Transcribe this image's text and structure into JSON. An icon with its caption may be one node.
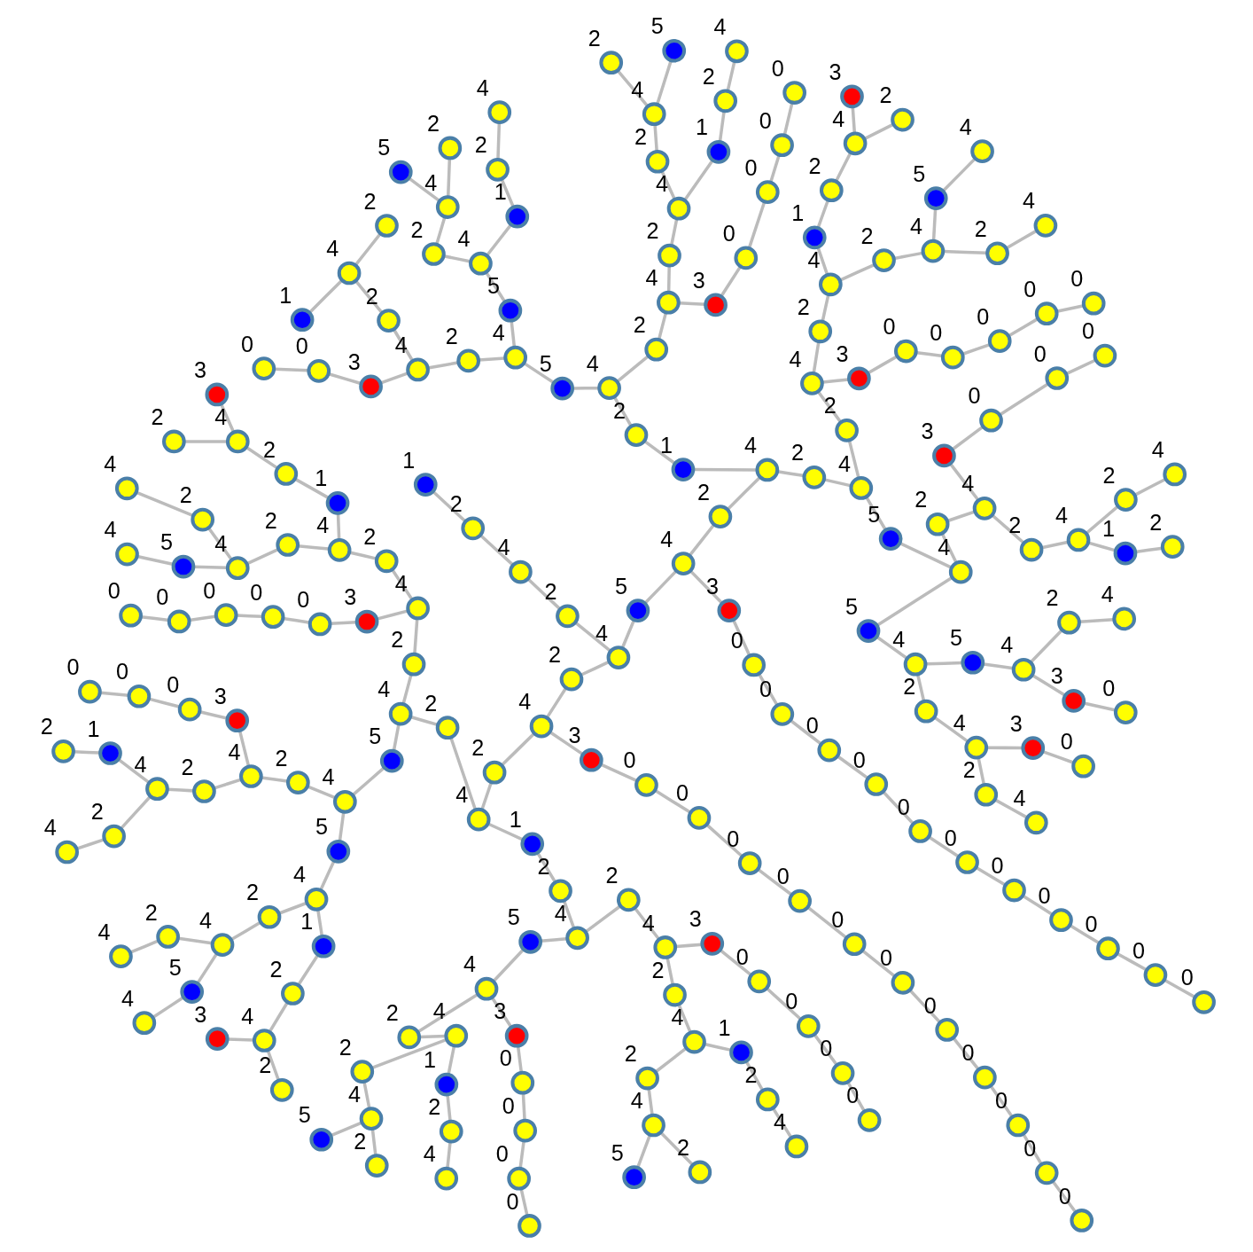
{
  "diagram": {
    "nodes": [
      {
        "text": [],
        "shape": "circle",
        "beside": [
          "1"
        ]
      },
      {
        "text": [],
        "shape": "circle",
        "beside": [
          "2"
        ]
      },
      {
        "text": [],
        "shape": "circle",
        "beside": [
          "4"
        ]
      },
      {
        "text": [],
        "shape": "circle",
        "beside": [
          "2"
        ]
      },
      {
        "text": [],
        "shape": "circle",
        "beside": [
          "4"
        ]
      },
      {
        "text": [],
        "shape": "circle",
        "beside": [
          "5"
        ]
      },
      {
        "text": [],
        "shape": "circle",
        "beside": [
          "4"
        ]
      },
      {
        "text": [],
        "shape": "circle",
        "beside": [
          "3"
        ]
      },
      {
        "text": [],
        "shape": "circle",
        "beside": [
          "0"
        ]
      },
      {
        "text": [],
        "shape": "circle",
        "beside": [
          "0"
        ]
      },
      {
        "text": [],
        "shape": "circle",
        "beside": [
          "0"
        ]
      },
      {
        "text": [],
        "shape": "circle",
        "beside": [
          "0"
        ]
      },
      {
        "text": [],
        "shape": "circle",
        "beside": [
          "0"
        ]
      },
      {
        "text": [],
        "shape": "circle",
        "beside": [
          "0"
        ]
      },
      {
        "text": [],
        "shape": "circle",
        "beside": [
          "0"
        ]
      },
      {
        "text": [],
        "shape": "circle",
        "beside": [
          "0"
        ]
      },
      {
        "text": [],
        "shape": "circle",
        "beside": [
          "0"
        ]
      },
      {
        "text": [],
        "shape": "circle",
        "beside": [
          "0"
        ]
      },
      {
        "text": [],
        "shape": "circle",
        "beside": [
          "0"
        ]
      },
      {
        "text": [],
        "shape": "circle",
        "beside": [
          "2"
        ]
      },
      {
        "text": [],
        "shape": "circle",
        "beside": [
          "4"
        ]
      },
      {
        "text": [],
        "shape": "circle",
        "beside": [
          "1"
        ]
      },
      {
        "text": [],
        "shape": "circle",
        "beside": [
          "2"
        ]
      },
      {
        "text": [],
        "shape": "circle",
        "beside": [
          "4"
        ]
      },
      {
        "text": [],
        "shape": "circle",
        "beside": [
          "5"
        ]
      },
      {
        "text": [],
        "shape": "circle",
        "beside": [
          "4"
        ]
      },
      {
        "text": [],
        "shape": "circle",
        "beside": [
          "5"
        ]
      },
      {
        "text": [],
        "shape": "circle",
        "beside": [
          "4"
        ]
      },
      {
        "text": [],
        "shape": "circle",
        "beside": [
          "1"
        ]
      },
      {
        "text": [],
        "shape": "circle",
        "beside": [
          "2"
        ]
      },
      {
        "text": [],
        "shape": "circle",
        "beside": [
          "4"
        ]
      },
      {
        "text": [],
        "shape": "circle",
        "beside": [
          "2"
        ]
      },
      {
        "text": [],
        "shape": "circle",
        "beside": [
          "4"
        ]
      },
      {
        "text": [],
        "shape": "circle",
        "beside": [
          "5"
        ]
      },
      {
        "text": [],
        "shape": "circle",
        "beside": [
          "2"
        ]
      },
      {
        "text": [],
        "shape": "circle",
        "beside": [
          "2"
        ]
      },
      {
        "text": [],
        "shape": "circle",
        "beside": [
          "4"
        ]
      },
      {
        "text": [],
        "shape": "circle",
        "beside": [
          "3"
        ]
      },
      {
        "text": [],
        "shape": "circle",
        "beside": [
          "0"
        ]
      },
      {
        "text": [],
        "shape": "circle",
        "beside": [
          "0"
        ]
      },
      {
        "text": [],
        "shape": "circle",
        "beside": [
          "2"
        ]
      },
      {
        "text": [],
        "shape": "circle",
        "beside": [
          "4"
        ]
      },
      {
        "text": [],
        "shape": "circle",
        "beside": [
          "1"
        ]
      },
      {
        "text": [],
        "shape": "circle",
        "beside": [
          "2"
        ]
      },
      {
        "text": [],
        "shape": "circle",
        "beside": [
          "2"
        ]
      },
      {
        "text": [],
        "shape": "circle",
        "beside": [
          "4"
        ]
      },
      {
        "text": [],
        "shape": "circle",
        "beside": [
          "3"
        ]
      },
      {
        "text": [],
        "shape": "circle",
        "beside": [
          "0"
        ]
      },
      {
        "text": [],
        "shape": "circle",
        "beside": [
          "0"
        ]
      },
      {
        "text": [],
        "shape": "circle",
        "beside": [
          "0"
        ]
      },
      {
        "text": [],
        "shape": "circle",
        "beside": [
          "0"
        ]
      },
      {
        "text": [],
        "shape": "circle",
        "beside": [
          "2"
        ]
      },
      {
        "text": [],
        "shape": "circle",
        "beside": [
          "4"
        ]
      },
      {
        "text": [],
        "shape": "circle",
        "beside": [
          "1"
        ]
      },
      {
        "text": [],
        "shape": "circle",
        "beside": [
          "2"
        ]
      },
      {
        "text": [],
        "shape": "circle",
        "beside": [
          "4"
        ]
      },
      {
        "text": [],
        "shape": "circle",
        "beside": [
          "2"
        ]
      },
      {
        "text": [],
        "shape": "circle",
        "beside": [
          "4"
        ]
      },
      {
        "text": [],
        "shape": "circle",
        "beside": [
          "5"
        ]
      },
      {
        "text": [],
        "shape": "circle",
        "beside": [
          "2"
        ]
      },
      {
        "text": [],
        "shape": "circle",
        "beside": [
          "2"
        ]
      },
      {
        "text": [],
        "shape": "circle",
        "beside": [
          "4"
        ]
      },
      {
        "text": [],
        "shape": "circle",
        "beside": [
          "5"
        ]
      },
      {
        "text": [],
        "shape": "circle",
        "beside": [
          "4"
        ]
      },
      {
        "text": [],
        "shape": "circle",
        "beside": [
          "5"
        ]
      },
      {
        "text": [],
        "shape": "circle",
        "beside": [
          "4"
        ]
      },
      {
        "text": [],
        "shape": "circle",
        "beside": [
          "5"
        ]
      },
      {
        "text": [],
        "shape": "circle",
        "beside": [
          "4"
        ]
      },
      {
        "text": [],
        "shape": "circle",
        "beside": [
          "3"
        ]
      },
      {
        "text": [],
        "shape": "circle",
        "beside": [
          "0"
        ]
      },
      {
        "text": [],
        "shape": "circle",
        "beside": [
          "2"
        ]
      },
      {
        "text": [],
        "shape": "circle",
        "beside": [
          "4"
        ]
      },
      {
        "text": [],
        "shape": "circle",
        "beside": [
          "2"
        ]
      },
      {
        "text": [],
        "shape": "circle",
        "beside": [
          "4"
        ]
      },
      {
        "text": [],
        "shape": "circle",
        "beside": [
          "3"
        ]
      },
      {
        "text": [],
        "shape": "circle",
        "beside": [
          "0"
        ]
      },
      {
        "text": [],
        "shape": "circle",
        "beside": [
          "2"
        ]
      },
      {
        "text": [],
        "shape": "circle",
        "beside": [
          "4"
        ]
      },
      {
        "text": [],
        "shape": "circle",
        "beside": [
          "2"
        ]
      },
      {
        "text": [],
        "shape": "circle",
        "beside": [
          "4"
        ]
      },
      {
        "text": [],
        "shape": "circle",
        "beside": [
          "3"
        ]
      },
      {
        "text": [],
        "shape": "circle",
        "beside": [
          "0"
        ]
      },
      {
        "text": [],
        "shape": "circle",
        "beside": [
          "0"
        ]
      },
      {
        "text": [],
        "shape": "circle",
        "beside": [
          "0"
        ]
      },
      {
        "text": [],
        "shape": "circle",
        "beside": [
          "2"
        ]
      },
      {
        "text": [],
        "shape": "circle",
        "beside": [
          "4"
        ]
      },
      {
        "text": [],
        "shape": "circle",
        "beside": [
          "1"
        ]
      },
      {
        "text": [],
        "shape": "circle",
        "beside": [
          "2"
        ]
      },
      {
        "text": [],
        "shape": "circle",
        "beside": [
          "2"
        ]
      },
      {
        "text": [],
        "shape": "circle",
        "beside": [
          "4"
        ]
      },
      {
        "text": [],
        "shape": "circle",
        "beside": [
          "2"
        ]
      },
      {
        "text": [],
        "shape": "circle",
        "beside": [
          "4"
        ]
      },
      {
        "text": [],
        "shape": "circle",
        "beside": [
          "3"
        ]
      },
      {
        "text": [],
        "shape": "circle",
        "beside": [
          "0"
        ]
      },
      {
        "text": [],
        "shape": "circle",
        "beside": [
          "0"
        ]
      },
      {
        "text": [],
        "shape": "circle",
        "beside": [
          "0"
        ]
      },
      {
        "text": [],
        "shape": "circle",
        "beside": [
          "0"
        ]
      },
      {
        "text": [],
        "shape": "circle",
        "beside": [
          "0"
        ]
      },
      {
        "text": [],
        "shape": "circle",
        "beside": [
          "2"
        ]
      },
      {
        "text": [],
        "shape": "circle",
        "beside": [
          "4"
        ]
      },
      {
        "text": [],
        "shape": "circle",
        "beside": [
          "1"
        ]
      },
      {
        "text": [],
        "shape": "circle",
        "beside": [
          "2"
        ]
      },
      {
        "text": [],
        "shape": "circle",
        "beside": [
          "4"
        ]
      },
      {
        "text": [],
        "shape": "circle",
        "beside": [
          "3"
        ]
      },
      {
        "text": [],
        "shape": "circle",
        "beside": [
          "2"
        ]
      },
      {
        "text": [],
        "shape": "circle",
        "beside": [
          "2"
        ]
      },
      {
        "text": [],
        "shape": "circle",
        "beside": [
          "4"
        ]
      },
      {
        "text": [],
        "shape": "circle",
        "beside": [
          "5"
        ]
      },
      {
        "text": [],
        "shape": "circle",
        "beside": [
          "4"
        ]
      },
      {
        "text": [],
        "shape": "circle",
        "beside": [
          "2"
        ]
      },
      {
        "text": [],
        "shape": "circle",
        "beside": [
          "4"
        ]
      },
      {
        "text": [],
        "shape": "circle",
        "beside": [
          "2"
        ]
      },
      {
        "text": [],
        "shape": "circle",
        "beside": [
          "4"
        ]
      },
      {
        "text": [],
        "shape": "circle",
        "beside": [
          "3"
        ]
      },
      {
        "text": [],
        "shape": "circle",
        "beside": [
          "0"
        ]
      },
      {
        "text": [],
        "shape": "circle",
        "beside": [
          "0"
        ]
      },
      {
        "text": [],
        "shape": "circle",
        "beside": [
          "0"
        ]
      },
      {
        "text": [],
        "shape": "circle",
        "beside": [
          "0"
        ]
      },
      {
        "text": [],
        "shape": "circle",
        "beside": [
          "0"
        ]
      },
      {
        "text": [],
        "shape": "circle",
        "beside": [
          "0"
        ]
      },
      {
        "text": [],
        "shape": "circle",
        "beside": [
          "0"
        ]
      },
      {
        "text": [],
        "shape": "circle",
        "beside": [
          "0"
        ]
      },
      {
        "text": [],
        "shape": "circle",
        "beside": [
          "0"
        ]
      },
      {
        "text": [],
        "shape": "circle",
        "beside": [
          "0"
        ]
      },
      {
        "text": [],
        "shape": "circle",
        "beside": [
          "0"
        ]
      },
      {
        "text": [],
        "shape": "circle",
        "beside": [
          "2"
        ]
      },
      {
        "text": [],
        "shape": "circle",
        "beside": [
          "4"
        ]
      },
      {
        "text": [],
        "shape": "circle",
        "beside": [
          "1"
        ]
      },
      {
        "text": [],
        "shape": "circle",
        "beside": [
          "2"
        ]
      },
      {
        "text": [],
        "shape": "circle",
        "beside": [
          "4"
        ]
      },
      {
        "text": [],
        "shape": "circle",
        "beside": [
          "5"
        ]
      },
      {
        "text": [],
        "shape": "circle",
        "beside": [
          "4"
        ]
      },
      {
        "text": [],
        "shape": "circle",
        "beside": [
          "3"
        ]
      },
      {
        "text": [],
        "shape": "circle",
        "beside": [
          "0"
        ]
      },
      {
        "text": [],
        "shape": "circle",
        "beside": [
          "0"
        ]
      },
      {
        "text": [],
        "shape": "circle",
        "beside": [
          "0"
        ]
      },
      {
        "text": [],
        "shape": "circle",
        "beside": [
          "0"
        ]
      },
      {
        "text": [],
        "shape": "circle",
        "beside": [
          "2"
        ]
      },
      {
        "text": [],
        "shape": "circle",
        "beside": [
          "4"
        ]
      },
      {
        "text": [],
        "shape": "circle",
        "beside": [
          "1"
        ]
      },
      {
        "text": [],
        "shape": "circle",
        "beside": [
          "2"
        ]
      },
      {
        "text": [],
        "shape": "circle",
        "beside": [
          "4"
        ]
      },
      {
        "text": [],
        "shape": "circle",
        "beside": [
          "2"
        ]
      },
      {
        "text": [],
        "shape": "circle",
        "beside": [
          "4"
        ]
      },
      {
        "text": [],
        "shape": "circle",
        "beside": [
          "2"
        ]
      },
      {
        "text": [],
        "shape": "circle",
        "beside": [
          "5"
        ]
      },
      {
        "text": [],
        "shape": "circle",
        "beside": [
          "2"
        ]
      },
      {
        "text": [],
        "shape": "circle",
        "beside": [
          "4"
        ]
      },
      {
        "text": [],
        "shape": "circle",
        "beside": [
          "3"
        ]
      },
      {
        "text": [],
        "shape": "circle",
        "beside": [
          "0"
        ]
      },
      {
        "text": [],
        "shape": "circle",
        "beside": [
          "0"
        ]
      },
      {
        "text": [],
        "shape": "circle",
        "beside": [
          "0"
        ]
      },
      {
        "text": [],
        "shape": "circle",
        "beside": [
          "0"
        ]
      },
      {
        "text": [],
        "shape": "circle",
        "beside": [
          "2"
        ]
      },
      {
        "text": [],
        "shape": "circle",
        "beside": [
          "4"
        ]
      },
      {
        "text": [],
        "shape": "circle",
        "beside": [
          "1"
        ]
      },
      {
        "text": [],
        "shape": "circle",
        "beside": [
          "2"
        ]
      },
      {
        "text": [],
        "shape": "circle",
        "beside": [
          "4"
        ]
      },
      {
        "text": [],
        "shape": "circle",
        "beside": [
          "2"
        ]
      },
      {
        "text": [],
        "shape": "circle",
        "beside": [
          "4"
        ]
      },
      {
        "text": [],
        "shape": "circle",
        "beside": [
          "2"
        ]
      },
      {
        "text": [],
        "shape": "circle",
        "beside": [
          "5"
        ]
      },
      {
        "text": [],
        "shape": "circle",
        "beside": [
          "2"
        ]
      },
      {
        "text": [],
        "shape": "circle",
        "beside": [
          "4"
        ]
      },
      {
        "text": [],
        "shape": "circle",
        "beside": [
          "5"
        ]
      },
      {
        "text": [],
        "shape": "circle",
        "beside": [
          "4"
        ]
      },
      {
        "text": [],
        "shape": "circle",
        "beside": [
          "5"
        ]
      },
      {
        "text": [],
        "shape": "circle",
        "beside": [
          "4"
        ]
      },
      {
        "text": [],
        "shape": "circle",
        "beside": [
          "1"
        ]
      },
      {
        "text": [],
        "shape": "circle",
        "beside": [
          "2"
        ]
      },
      {
        "text": [],
        "shape": "circle",
        "beside": [
          "4"
        ]
      },
      {
        "text": [],
        "shape": "circle",
        "beside": [
          "2"
        ]
      },
      {
        "text": [],
        "shape": "circle",
        "beside": [
          "3"
        ]
      },
      {
        "text": [],
        "shape": "circle",
        "beside": [
          "2"
        ]
      },
      {
        "text": [],
        "shape": "circle",
        "beside": [
          "4"
        ]
      },
      {
        "text": [],
        "shape": "circle",
        "beside": [
          "2"
        ]
      },
      {
        "text": [],
        "shape": "circle",
        "beside": [
          "4"
        ]
      },
      {
        "text": [],
        "shape": "circle",
        "beside": [
          "5"
        ]
      },
      {
        "text": [],
        "shape": "circle",
        "beside": [
          "4"
        ]
      },
      {
        "text": [],
        "shape": "circle",
        "beside": [
          "2"
        ]
      },
      {
        "text": [],
        "shape": "circle",
        "beside": [
          "4"
        ]
      },
      {
        "text": [],
        "shape": "circle",
        "beside": [
          "3"
        ]
      },
      {
        "text": [],
        "shape": "circle",
        "beside": [
          "0"
        ]
      },
      {
        "text": [],
        "shape": "circle",
        "beside": [
          "0"
        ]
      },
      {
        "text": [],
        "shape": "circle",
        "beside": [
          "0"
        ]
      },
      {
        "text": [],
        "shape": "circle",
        "beside": [
          "2"
        ]
      },
      {
        "text": [],
        "shape": "circle",
        "beside": [
          "4"
        ]
      },
      {
        "text": [],
        "shape": "circle",
        "beside": [
          "1"
        ]
      },
      {
        "text": [],
        "shape": "circle",
        "beside": [
          "2"
        ]
      },
      {
        "text": [],
        "shape": "circle",
        "beside": [
          "2"
        ]
      },
      {
        "text": [],
        "shape": "circle",
        "beside": [
          "4"
        ]
      },
      {
        "text": [],
        "shape": "circle",
        "beside": [
          "2"
        ]
      },
      {
        "text": [],
        "shape": "circle",
        "beside": [
          "4"
        ]
      },
      {
        "text": [],
        "shape": "circle",
        "beside": [
          "3"
        ]
      },
      {
        "text": [],
        "shape": "circle",
        "beside": [
          "0"
        ]
      },
      {
        "text": [],
        "shape": "circle",
        "beside": [
          "0"
        ]
      },
      {
        "text": [],
        "shape": "circle",
        "beside": [
          "0"
        ]
      },
      {
        "text": [],
        "shape": "circle",
        "beside": [
          "0"
        ]
      },
      {
        "text": [],
        "shape": "circle",
        "beside": [
          "0"
        ]
      },
      {
        "text": [],
        "shape": "circle",
        "beside": [
          "2"
        ]
      },
      {
        "text": [],
        "shape": "circle",
        "beside": [
          "4"
        ]
      },
      {
        "text": [],
        "shape": "circle",
        "beside": [
          "1"
        ]
      },
      {
        "text": [],
        "shape": "circle",
        "beside": [
          "2"
        ]
      },
      {
        "text": [],
        "shape": "circle",
        "beside": [
          "4"
        ]
      },
      {
        "text": [],
        "shape": "circle",
        "beside": [
          "3"
        ]
      },
      {
        "text": [],
        "shape": "circle",
        "beside": [
          "2"
        ]
      },
      {
        "text": [],
        "shape": "circle",
        "beside": [
          "2"
        ]
      },
      {
        "text": [],
        "shape": "circle",
        "beside": [
          "4"
        ]
      },
      {
        "text": [],
        "shape": "circle",
        "beside": [
          "5"
        ]
      },
      {
        "text": [],
        "shape": "circle",
        "beside": [
          "4"
        ]
      },
      {
        "text": [],
        "shape": "circle",
        "beside": [
          "2"
        ]
      },
      {
        "text": [],
        "shape": "circle",
        "beside": [
          "4"
        ]
      }
    ],
    "edges": [
      {
        "from": 0,
        "to": 1,
        "arrow": "none"
      },
      {
        "from": 1,
        "to": 2,
        "arrow": "none"
      },
      {
        "from": 2,
        "to": 3,
        "arrow": "none"
      },
      {
        "from": 3,
        "to": 4,
        "arrow": "none"
      },
      {
        "from": 4,
        "to": 5,
        "arrow": "none"
      },
      {
        "from": 5,
        "to": 6,
        "arrow": "none"
      },
      {
        "from": 6,
        "to": 7,
        "arrow": "none"
      },
      {
        "from": 7,
        "to": 8,
        "arrow": "none"
      },
      {
        "from": 8,
        "to": 9,
        "arrow": "none"
      },
      {
        "from": 9,
        "to": 10,
        "arrow": "none"
      },
      {
        "from": 10,
        "to": 11,
        "arrow": "none"
      },
      {
        "from": 11,
        "to": 12,
        "arrow": "none"
      },
      {
        "from": 12,
        "to": 13,
        "arrow": "none"
      },
      {
        "from": 13,
        "to": 14,
        "arrow": "none"
      },
      {
        "from": 14,
        "to": 15,
        "arrow": "none"
      },
      {
        "from": 15,
        "to": 16,
        "arrow": "none"
      },
      {
        "from": 16,
        "to": 17,
        "arrow": "none"
      },
      {
        "from": 17,
        "to": 18,
        "arrow": "none"
      },
      {
        "from": 6,
        "to": 19,
        "arrow": "none"
      },
      {
        "from": 19,
        "to": 20,
        "arrow": "none"
      },
      {
        "from": 20,
        "to": 21,
        "arrow": "none"
      },
      {
        "from": 21,
        "to": 22,
        "arrow": "none"
      },
      {
        "from": 22,
        "to": 23,
        "arrow": "none"
      },
      {
        "from": 23,
        "to": 24,
        "arrow": "none"
      },
      {
        "from": 24,
        "to": 25,
        "arrow": "none"
      },
      {
        "from": 25,
        "to": 26,
        "arrow": "none"
      },
      {
        "from": 26,
        "to": 27,
        "arrow": "none"
      },
      {
        "from": 27,
        "to": 28,
        "arrow": "none"
      },
      {
        "from": 28,
        "to": 29,
        "arrow": "none"
      },
      {
        "from": 29,
        "to": 30,
        "arrow": "none"
      },
      {
        "from": 27,
        "to": 31,
        "arrow": "none"
      },
      {
        "from": 31,
        "to": 32,
        "arrow": "none"
      },
      {
        "from": 32,
        "to": 33,
        "arrow": "none"
      },
      {
        "from": 32,
        "to": 34,
        "arrow": "none"
      },
      {
        "from": 25,
        "to": 35,
        "arrow": "none"
      },
      {
        "from": 35,
        "to": 36,
        "arrow": "none"
      },
      {
        "from": 36,
        "to": 37,
        "arrow": "none"
      },
      {
        "from": 37,
        "to": 38,
        "arrow": "none"
      },
      {
        "from": 38,
        "to": 39,
        "arrow": "none"
      },
      {
        "from": 36,
        "to": 40,
        "arrow": "none"
      },
      {
        "from": 40,
        "to": 41,
        "arrow": "none"
      },
      {
        "from": 41,
        "to": 42,
        "arrow": "none"
      },
      {
        "from": 41,
        "to": 43,
        "arrow": "none"
      },
      {
        "from": 23,
        "to": 44,
        "arrow": "none"
      },
      {
        "from": 44,
        "to": 45,
        "arrow": "none"
      },
      {
        "from": 45,
        "to": 46,
        "arrow": "none"
      },
      {
        "from": 46,
        "to": 47,
        "arrow": "none"
      },
      {
        "from": 47,
        "to": 48,
        "arrow": "none"
      },
      {
        "from": 48,
        "to": 49,
        "arrow": "none"
      },
      {
        "from": 49,
        "to": 50,
        "arrow": "none"
      },
      {
        "from": 45,
        "to": 51,
        "arrow": "none"
      },
      {
        "from": 51,
        "to": 52,
        "arrow": "none"
      },
      {
        "from": 52,
        "to": 53,
        "arrow": "none"
      },
      {
        "from": 53,
        "to": 54,
        "arrow": "none"
      },
      {
        "from": 54,
        "to": 55,
        "arrow": "none"
      },
      {
        "from": 52,
        "to": 56,
        "arrow": "none"
      },
      {
        "from": 56,
        "to": 57,
        "arrow": "none"
      },
      {
        "from": 57,
        "to": 58,
        "arrow": "none"
      },
      {
        "from": 57,
        "to": 59,
        "arrow": "none"
      },
      {
        "from": 20,
        "to": 60,
        "arrow": "none"
      },
      {
        "from": 60,
        "to": 61,
        "arrow": "none"
      },
      {
        "from": 61,
        "to": 62,
        "arrow": "none"
      },
      {
        "from": 62,
        "to": 63,
        "arrow": "none"
      },
      {
        "from": 63,
        "to": 64,
        "arrow": "none"
      },
      {
        "from": 64,
        "to": 65,
        "arrow": "none"
      },
      {
        "from": 65,
        "to": 66,
        "arrow": "none"
      },
      {
        "from": 66,
        "to": 67,
        "arrow": "none"
      },
      {
        "from": 67,
        "to": 68,
        "arrow": "none"
      },
      {
        "from": 68,
        "to": 69,
        "arrow": "none"
      },
      {
        "from": 67,
        "to": 70,
        "arrow": "none"
      },
      {
        "from": 70,
        "to": 71,
        "arrow": "none"
      },
      {
        "from": 65,
        "to": 72,
        "arrow": "none"
      },
      {
        "from": 72,
        "to": 73,
        "arrow": "none"
      },
      {
        "from": 73,
        "to": 74,
        "arrow": "none"
      },
      {
        "from": 74,
        "to": 75,
        "arrow": "none"
      },
      {
        "from": 73,
        "to": 76,
        "arrow": "none"
      },
      {
        "from": 76,
        "to": 77,
        "arrow": "none"
      },
      {
        "from": 63,
        "to": 78,
        "arrow": "none"
      },
      {
        "from": 78,
        "to": 79,
        "arrow": "none"
      },
      {
        "from": 79,
        "to": 80,
        "arrow": "none"
      },
      {
        "from": 80,
        "to": 81,
        "arrow": "none"
      },
      {
        "from": 81,
        "to": 82,
        "arrow": "none"
      },
      {
        "from": 82,
        "to": 83,
        "arrow": "none"
      },
      {
        "from": 79,
        "to": 84,
        "arrow": "none"
      },
      {
        "from": 84,
        "to": 85,
        "arrow": "none"
      },
      {
        "from": 85,
        "to": 86,
        "arrow": "none"
      },
      {
        "from": 86,
        "to": 87,
        "arrow": "none"
      },
      {
        "from": 85,
        "to": 88,
        "arrow": "none"
      },
      {
        "from": 88,
        "to": 89,
        "arrow": "none"
      },
      {
        "from": 61,
        "to": 90,
        "arrow": "none"
      },
      {
        "from": 90,
        "to": 91,
        "arrow": "none"
      },
      {
        "from": 91,
        "to": 92,
        "arrow": "none"
      },
      {
        "from": 92,
        "to": 93,
        "arrow": "none"
      },
      {
        "from": 93,
        "to": 94,
        "arrow": "none"
      },
      {
        "from": 94,
        "to": 95,
        "arrow": "none"
      },
      {
        "from": 95,
        "to": 96,
        "arrow": "none"
      },
      {
        "from": 96,
        "to": 97,
        "arrow": "none"
      },
      {
        "from": 91,
        "to": 98,
        "arrow": "none"
      },
      {
        "from": 98,
        "to": 99,
        "arrow": "none"
      },
      {
        "from": 99,
        "to": 100,
        "arrow": "none"
      },
      {
        "from": 100,
        "to": 101,
        "arrow": "none"
      },
      {
        "from": 101,
        "to": 102,
        "arrow": "none"
      },
      {
        "from": 102,
        "to": 103,
        "arrow": "none"
      },
      {
        "from": 102,
        "to": 104,
        "arrow": "none"
      },
      {
        "from": 99,
        "to": 105,
        "arrow": "none"
      },
      {
        "from": 105,
        "to": 106,
        "arrow": "none"
      },
      {
        "from": 106,
        "to": 107,
        "arrow": "none"
      },
      {
        "from": 107,
        "to": 108,
        "arrow": "none"
      },
      {
        "from": 106,
        "to": 109,
        "arrow": "none"
      },
      {
        "from": 109,
        "to": 110,
        "arrow": "none"
      },
      {
        "from": 4,
        "to": 111,
        "arrow": "none"
      },
      {
        "from": 111,
        "to": 112,
        "arrow": "none"
      },
      {
        "from": 112,
        "to": 113,
        "arrow": "none"
      },
      {
        "from": 113,
        "to": 114,
        "arrow": "none"
      },
      {
        "from": 114,
        "to": 115,
        "arrow": "none"
      },
      {
        "from": 115,
        "to": 116,
        "arrow": "none"
      },
      {
        "from": 116,
        "to": 117,
        "arrow": "none"
      },
      {
        "from": 117,
        "to": 118,
        "arrow": "none"
      },
      {
        "from": 118,
        "to": 119,
        "arrow": "none"
      },
      {
        "from": 119,
        "to": 120,
        "arrow": "none"
      },
      {
        "from": 120,
        "to": 121,
        "arrow": "none"
      },
      {
        "from": 121,
        "to": 122,
        "arrow": "none"
      },
      {
        "from": 122,
        "to": 123,
        "arrow": "none"
      },
      {
        "from": 123,
        "to": 124,
        "arrow": "none"
      },
      {
        "from": 112,
        "to": 125,
        "arrow": "none"
      },
      {
        "from": 125,
        "to": 126,
        "arrow": "none"
      },
      {
        "from": 126,
        "to": 127,
        "arrow": "none"
      },
      {
        "from": 127,
        "to": 128,
        "arrow": "none"
      },
      {
        "from": 128,
        "to": 129,
        "arrow": "none"
      },
      {
        "from": 129,
        "to": 130,
        "arrow": "none"
      },
      {
        "from": 130,
        "to": 131,
        "arrow": "none"
      },
      {
        "from": 131,
        "to": 132,
        "arrow": "none"
      },
      {
        "from": 132,
        "to": 133,
        "arrow": "none"
      },
      {
        "from": 133,
        "to": 134,
        "arrow": "none"
      },
      {
        "from": 134,
        "to": 135,
        "arrow": "none"
      },
      {
        "from": 135,
        "to": 136,
        "arrow": "none"
      },
      {
        "from": 131,
        "to": 137,
        "arrow": "none"
      },
      {
        "from": 137,
        "to": 138,
        "arrow": "none"
      },
      {
        "from": 138,
        "to": 139,
        "arrow": "none"
      },
      {
        "from": 139,
        "to": 140,
        "arrow": "none"
      },
      {
        "from": 140,
        "to": 141,
        "arrow": "none"
      },
      {
        "from": 138,
        "to": 142,
        "arrow": "none"
      },
      {
        "from": 142,
        "to": 143,
        "arrow": "none"
      },
      {
        "from": 143,
        "to": 144,
        "arrow": "none"
      },
      {
        "from": 143,
        "to": 145,
        "arrow": "none"
      },
      {
        "from": 129,
        "to": 146,
        "arrow": "none"
      },
      {
        "from": 146,
        "to": 147,
        "arrow": "none"
      },
      {
        "from": 147,
        "to": 148,
        "arrow": "none"
      },
      {
        "from": 148,
        "to": 149,
        "arrow": "none"
      },
      {
        "from": 149,
        "to": 150,
        "arrow": "none"
      },
      {
        "from": 150,
        "to": 151,
        "arrow": "none"
      },
      {
        "from": 151,
        "to": 152,
        "arrow": "none"
      },
      {
        "from": 147,
        "to": 153,
        "arrow": "none"
      },
      {
        "from": 153,
        "to": 154,
        "arrow": "none"
      },
      {
        "from": 154,
        "to": 155,
        "arrow": "none"
      },
      {
        "from": 155,
        "to": 156,
        "arrow": "none"
      },
      {
        "from": 156,
        "to": 157,
        "arrow": "none"
      },
      {
        "from": 154,
        "to": 158,
        "arrow": "none"
      },
      {
        "from": 158,
        "to": 159,
        "arrow": "none"
      },
      {
        "from": 159,
        "to": 160,
        "arrow": "none"
      },
      {
        "from": 159,
        "to": 161,
        "arrow": "none"
      },
      {
        "from": 126,
        "to": 162,
        "arrow": "none"
      },
      {
        "from": 162,
        "to": 163,
        "arrow": "none"
      },
      {
        "from": 163,
        "to": 164,
        "arrow": "none"
      },
      {
        "from": 164,
        "to": 165,
        "arrow": "none"
      },
      {
        "from": 165,
        "to": 166,
        "arrow": "none"
      },
      {
        "from": 166,
        "to": 167,
        "arrow": "none"
      },
      {
        "from": 167,
        "to": 168,
        "arrow": "none"
      },
      {
        "from": 168,
        "to": 169,
        "arrow": "none"
      },
      {
        "from": 169,
        "to": 170,
        "arrow": "none"
      },
      {
        "from": 170,
        "to": 171,
        "arrow": "none"
      },
      {
        "from": 170,
        "to": 172,
        "arrow": "none"
      },
      {
        "from": 167,
        "to": 173,
        "arrow": "none"
      },
      {
        "from": 173,
        "to": 174,
        "arrow": "none"
      },
      {
        "from": 174,
        "to": 175,
        "arrow": "none"
      },
      {
        "from": 175,
        "to": 176,
        "arrow": "none"
      },
      {
        "from": 174,
        "to": 177,
        "arrow": "none"
      },
      {
        "from": 177,
        "to": 178,
        "arrow": "none"
      },
      {
        "from": 165,
        "to": 179,
        "arrow": "none"
      },
      {
        "from": 179,
        "to": 180,
        "arrow": "none"
      },
      {
        "from": 180,
        "to": 181,
        "arrow": "none"
      },
      {
        "from": 181,
        "to": 182,
        "arrow": "none"
      },
      {
        "from": 182,
        "to": 183,
        "arrow": "none"
      },
      {
        "from": 183,
        "to": 184,
        "arrow": "none"
      },
      {
        "from": 180,
        "to": 185,
        "arrow": "none"
      },
      {
        "from": 185,
        "to": 186,
        "arrow": "none"
      },
      {
        "from": 186,
        "to": 187,
        "arrow": "none"
      },
      {
        "from": 187,
        "to": 188,
        "arrow": "none"
      },
      {
        "from": 186,
        "to": 189,
        "arrow": "none"
      },
      {
        "from": 189,
        "to": 190,
        "arrow": "none"
      },
      {
        "from": 163,
        "to": 191,
        "arrow": "none"
      },
      {
        "from": 191,
        "to": 192,
        "arrow": "none"
      },
      {
        "from": 192,
        "to": 193,
        "arrow": "none"
      },
      {
        "from": 193,
        "to": 194,
        "arrow": "none"
      },
      {
        "from": 194,
        "to": 195,
        "arrow": "none"
      },
      {
        "from": 195,
        "to": 196,
        "arrow": "none"
      },
      {
        "from": 196,
        "to": 197,
        "arrow": "none"
      },
      {
        "from": 197,
        "to": 198,
        "arrow": "none"
      },
      {
        "from": 192,
        "to": 199,
        "arrow": "none"
      },
      {
        "from": 199,
        "to": 200,
        "arrow": "none"
      },
      {
        "from": 200,
        "to": 201,
        "arrow": "none"
      },
      {
        "from": 201,
        "to": 202,
        "arrow": "none"
      },
      {
        "from": 202,
        "to": 203,
        "arrow": "none"
      },
      {
        "from": 203,
        "to": 204,
        "arrow": "none"
      },
      {
        "from": 203,
        "to": 205,
        "arrow": "none"
      },
      {
        "from": 200,
        "to": 206,
        "arrow": "none"
      },
      {
        "from": 206,
        "to": 207,
        "arrow": "none"
      },
      {
        "from": 207,
        "to": 208,
        "arrow": "none"
      },
      {
        "from": 208,
        "to": 209,
        "arrow": "none"
      },
      {
        "from": 207,
        "to": 210,
        "arrow": "none"
      },
      {
        "from": 210,
        "to": 211,
        "arrow": "none"
      }
    ]
  }
}
